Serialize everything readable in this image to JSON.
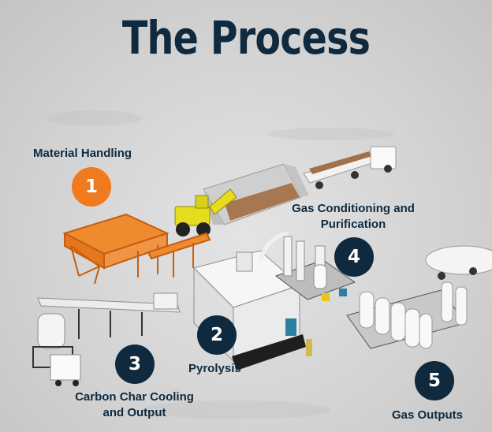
{
  "title": "The Process",
  "colors": {
    "navy": "#0f2a3f",
    "orange": "#f07a1e",
    "ground": "#d4d4d4"
  },
  "steps": [
    {
      "number": "1",
      "label": "Material Handling"
    },
    {
      "number": "2",
      "label": "Pyrolysis"
    },
    {
      "number": "3",
      "label_line1": "Carbon Char Cooling",
      "label_line2": "and Output"
    },
    {
      "number": "4",
      "label_line1": "Gas Conditioning and",
      "label_line2": "Purification"
    },
    {
      "number": "5",
      "label": "Gas Outputs"
    }
  ]
}
